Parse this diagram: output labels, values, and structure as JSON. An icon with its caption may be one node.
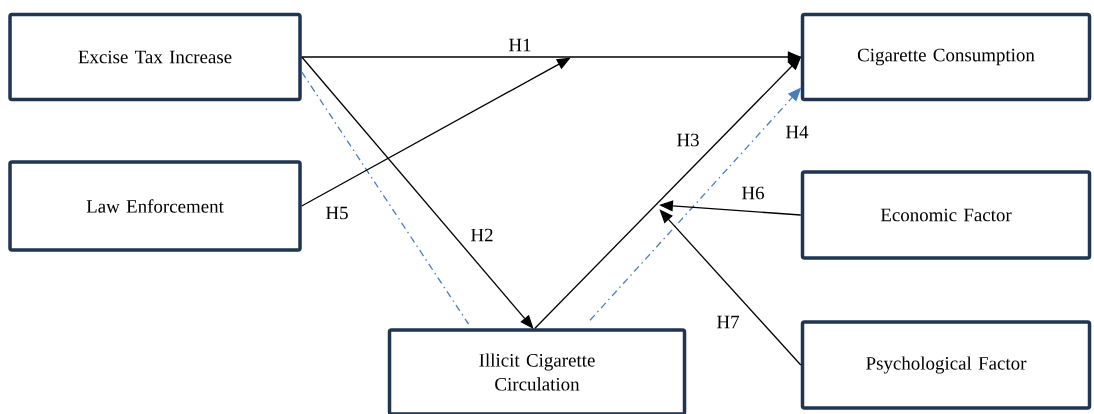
{
  "diagram": {
    "nodes": [
      {
        "text": [
          "Excise Tax Increase"
        ]
      },
      {
        "text": [
          "Law Enforcement"
        ]
      },
      {
        "text": [
          "Illicit Cigarette Circulation"
        ]
      },
      {
        "text": [
          "Cigarette Consumption"
        ]
      },
      {
        "text": [
          "Economic Factor"
        ]
      },
      {
        "text": [
          "Psychological Factor"
        ]
      }
    ],
    "edges": [
      {
        "from": 0,
        "to": 3,
        "arrow": "to",
        "label": "H1"
      },
      {
        "from": 0,
        "to": 2,
        "arrow": "to",
        "label": "H2"
      },
      {
        "from": 2,
        "to": 3,
        "arrow": "to",
        "label": "H3"
      },
      {
        "from": 2,
        "to": 3,
        "arrow": "to",
        "label": "H4",
        "style": "dashed",
        "color": "#4a7ebb"
      },
      {
        "from": 0,
        "to": 2,
        "arrow": "none",
        "style": "dashed",
        "color": "#4a7ebb"
      },
      {
        "from": 1,
        "to": null,
        "arrow": "to",
        "label": "H5"
      },
      {
        "from": 4,
        "to": null,
        "arrow": "to",
        "label": "H6"
      },
      {
        "from": 5,
        "to": null,
        "arrow": "to",
        "label": "H7"
      }
    ]
  }
}
